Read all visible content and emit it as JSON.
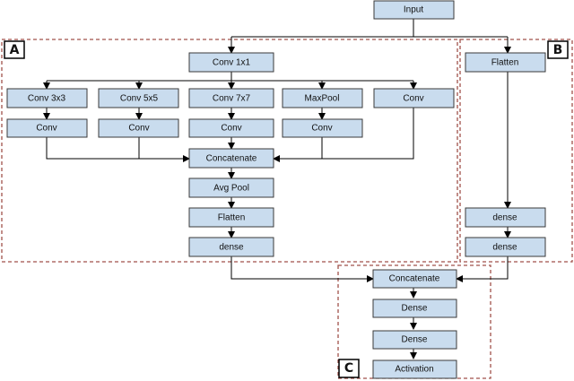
{
  "diagram": {
    "regions": [
      {
        "id": "A",
        "label": "A"
      },
      {
        "id": "B",
        "label": "B"
      },
      {
        "id": "C",
        "label": "C"
      }
    ],
    "nodes": [
      {
        "id": "input",
        "label": "Input"
      },
      {
        "id": "conv1x1",
        "label": "Conv 1x1"
      },
      {
        "id": "conv3x3",
        "label": "Conv 3x3"
      },
      {
        "id": "conv5x5",
        "label": "Conv 5x5"
      },
      {
        "id": "conv7x7",
        "label": "Conv 7x7"
      },
      {
        "id": "maxpool",
        "label": "MaxPool"
      },
      {
        "id": "conv_e",
        "label": "Conv"
      },
      {
        "id": "conv_a",
        "label": "Conv"
      },
      {
        "id": "conv_b",
        "label": "Conv"
      },
      {
        "id": "conv_c",
        "label": "Conv"
      },
      {
        "id": "conv_d",
        "label": "Conv"
      },
      {
        "id": "concat_a",
        "label": "Concatenate"
      },
      {
        "id": "avgpool",
        "label": "Avg Pool"
      },
      {
        "id": "flatten_a",
        "label": "Flatten"
      },
      {
        "id": "dense_a",
        "label": "dense"
      },
      {
        "id": "flatten_b",
        "label": "Flatten"
      },
      {
        "id": "dense_b1",
        "label": "dense"
      },
      {
        "id": "dense_b2",
        "label": "dense"
      },
      {
        "id": "concat_c",
        "label": "Concatenate"
      },
      {
        "id": "dense_c1",
        "label": "Dense"
      },
      {
        "id": "dense_c2",
        "label": "Dense"
      },
      {
        "id": "activation",
        "label": "Activation"
      }
    ]
  }
}
